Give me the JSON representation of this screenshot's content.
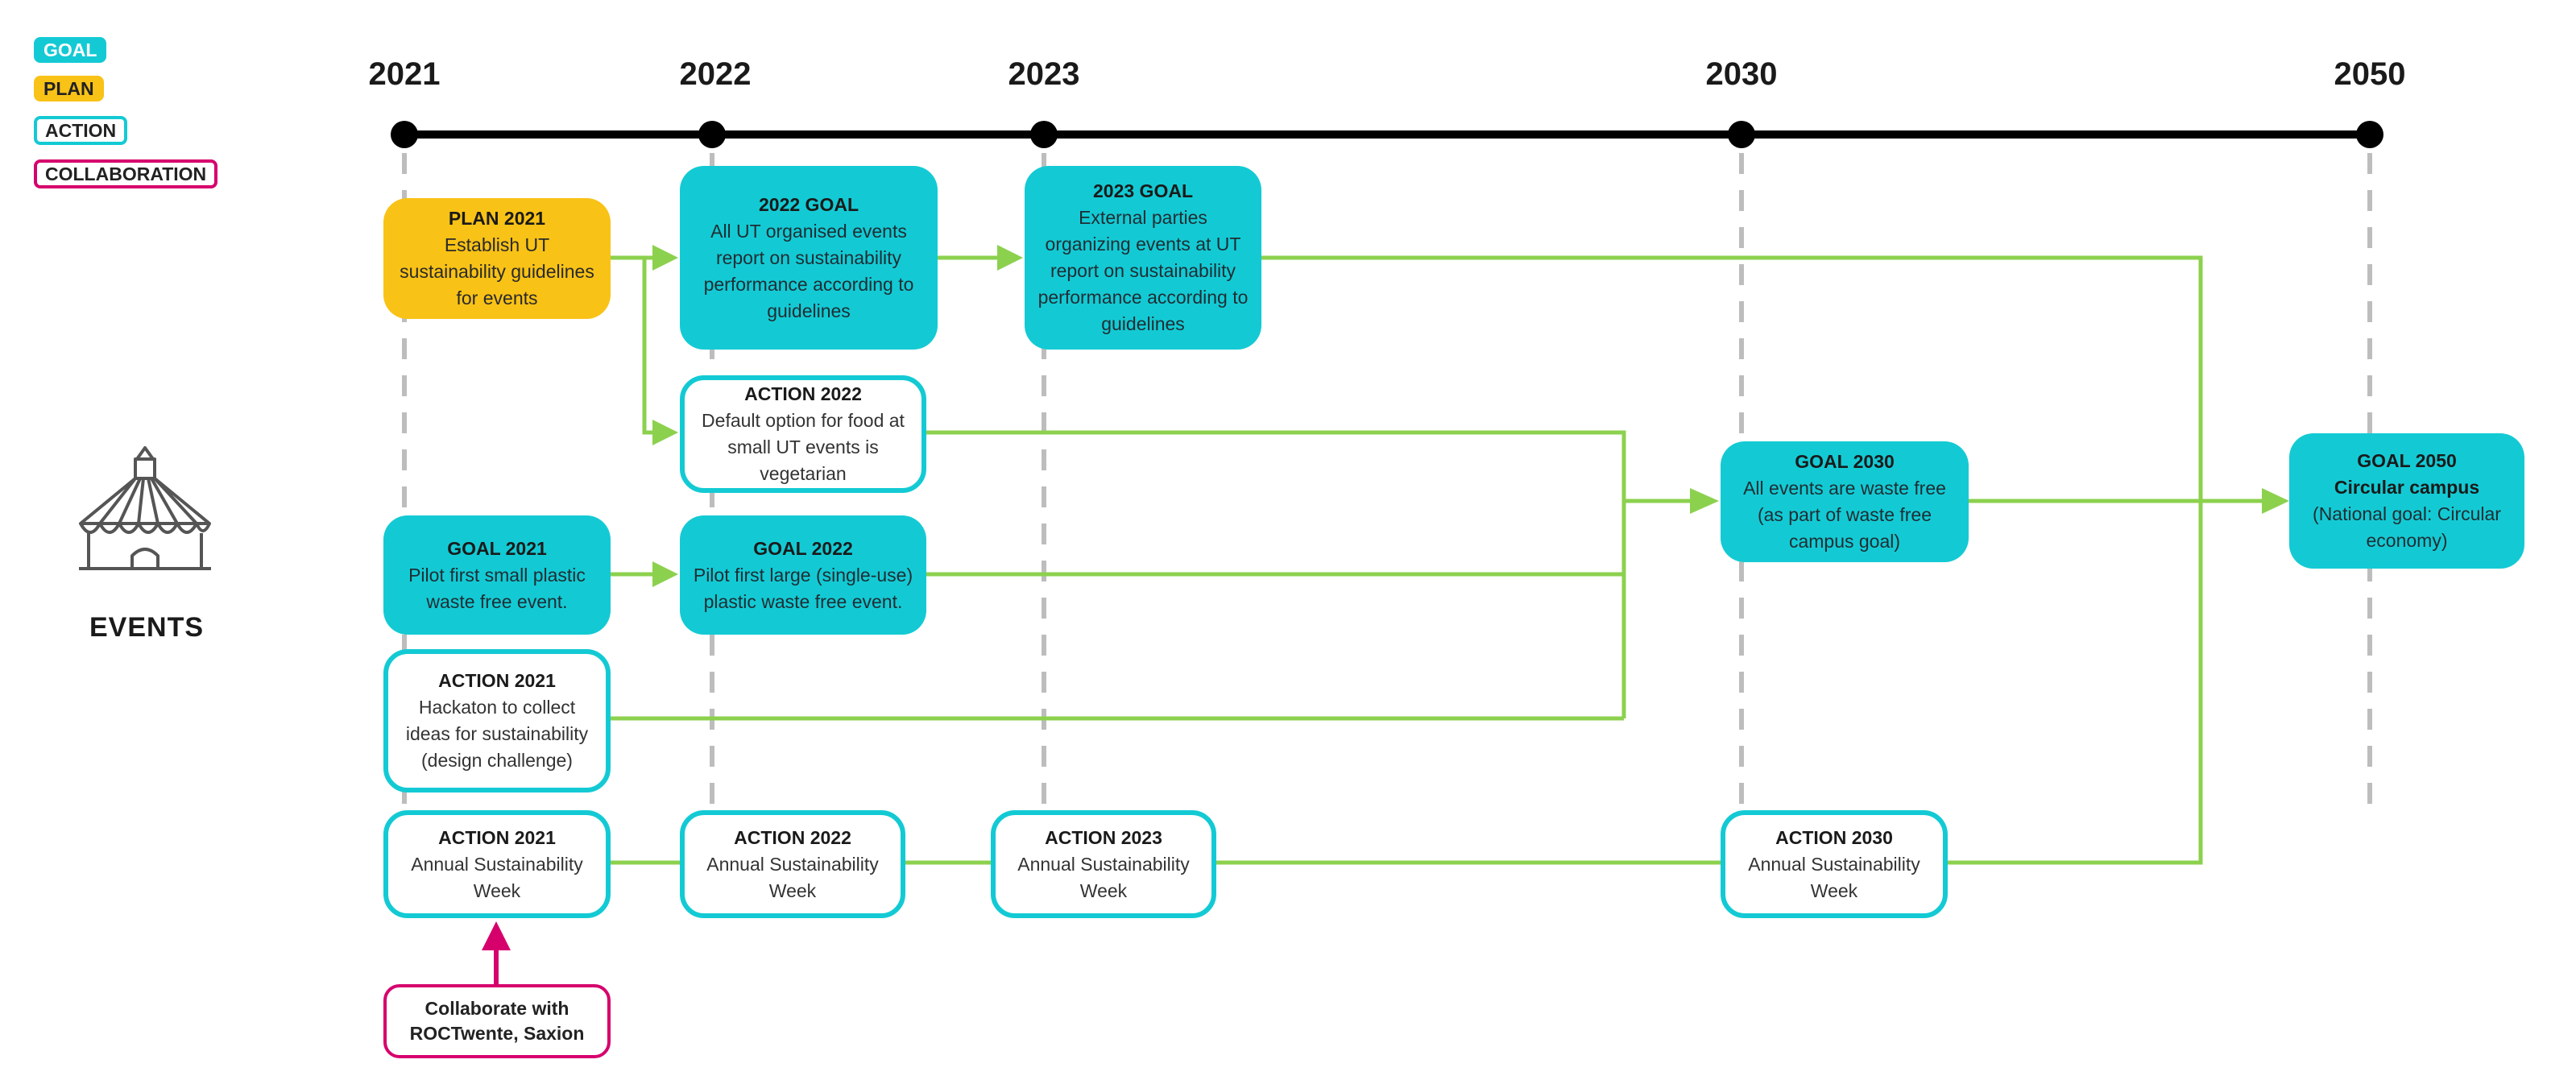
{
  "legend": {
    "goal": "GOAL",
    "plan": "PLAN",
    "action": "ACTION",
    "collaboration": "COLLABORATION"
  },
  "years": [
    "2021",
    "2022",
    "2023",
    "2030",
    "2050"
  ],
  "section_label": "EVENTS",
  "icon": "circus-tent-icon",
  "colors": {
    "goal": "#13CAD4",
    "plan": "#F9C216",
    "collaboration": "#D6006D",
    "connector": "#8CD14E",
    "timeline": "#000000"
  },
  "nodes": {
    "plan_2021": {
      "title": "PLAN 2021",
      "text": "Establish UT sustainability guidelines for events"
    },
    "goal_2022_top": {
      "title": "2022 GOAL",
      "text": "All UT organised events report on sustainability performance according to guidelines"
    },
    "goal_2023": {
      "title": "2023 GOAL",
      "text": "External parties organizing events at UT report on sustainability performance according to guidelines"
    },
    "action_2022_food": {
      "title": "ACTION 2022",
      "text": "Default option for food at small UT events is vegetarian"
    },
    "goal_2021": {
      "title": "GOAL 2021",
      "text": "Pilot first small plastic waste free event."
    },
    "goal_2022_pilot": {
      "title": "GOAL 2022",
      "text": "Pilot first large (single-use) plastic waste free event."
    },
    "action_2021_hackaton": {
      "title": "ACTION 2021",
      "text": "Hackaton to collect ideas for sustainability (design challenge)"
    },
    "goal_2030": {
      "title": "GOAL 2030",
      "text": "All events are waste free (as part of waste free campus goal)"
    },
    "goal_2050": {
      "title": "GOAL 2050",
      "subtitle": "Circular campus",
      "text": "(National goal: Circular economy)"
    },
    "action_2021_week": {
      "title": "ACTION 2021",
      "text": "Annual Sustainability Week"
    },
    "action_2022_week": {
      "title": "ACTION 2022",
      "text": "Annual Sustainability Week"
    },
    "action_2023_week": {
      "title": "ACTION 2023",
      "text": "Annual Sustainability Week"
    },
    "action_2030_week": {
      "title": "ACTION 2030",
      "text": "Annual Sustainability Week"
    },
    "collab": {
      "text": "Collaborate with ROCTwente, Saxion"
    }
  }
}
